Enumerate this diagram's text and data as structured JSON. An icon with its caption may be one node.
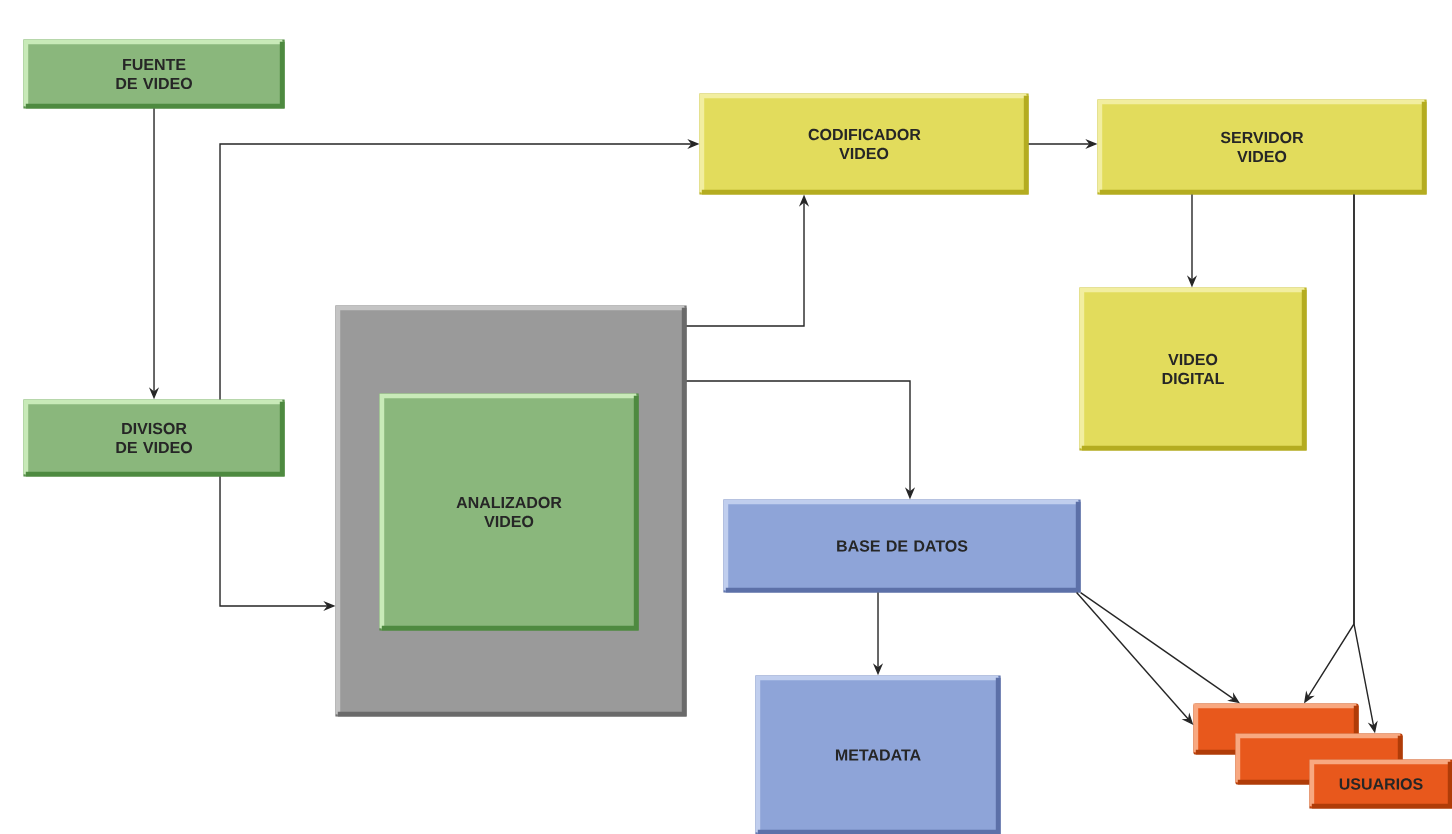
{
  "diagram": {
    "nodes": [
      {
        "text": [
          "FUENTE DE VIDEO"
        ]
      },
      {
        "text": [
          "DIVISOR DE VIDEO"
        ]
      },
      {
        "text": [],
        "shape": "box"
      },
      {
        "text": [
          "ANALIZADOR VIDEO"
        ],
        "in": 2
      },
      {
        "text": [
          "CODIFICADOR VIDEO"
        ]
      },
      {
        "text": [
          "SERVIDOR VIDEO"
        ]
      },
      {
        "text": [
          "VIDEO DIGITAL"
        ]
      },
      {
        "text": [
          "BASE DE DATOS"
        ]
      },
      {
        "text": [
          "METADATA"
        ]
      },
      {
        "text": [],
        "shape": "bar"
      },
      {
        "text": [],
        "shape": "bar"
      },
      {
        "text": [
          "USUARIOS"
        ]
      }
    ],
    "edges": [
      {
        "from": 0,
        "to": 1,
        "arrow": "to"
      },
      {
        "from": 1,
        "to": 4,
        "arrow": "to"
      },
      {
        "from": 1,
        "to": 2,
        "arrow": "to"
      },
      {
        "from": 2,
        "to": 4,
        "arrow": "to"
      },
      {
        "from": 2,
        "to": 7,
        "arrow": "to"
      },
      {
        "from": 4,
        "to": 5,
        "arrow": "to"
      },
      {
        "from": 5,
        "to": 6,
        "arrow": "to"
      },
      {
        "from": 7,
        "to": 8,
        "arrow": "to"
      },
      {
        "from": 7,
        "to": 9,
        "arrow": "to"
      },
      {
        "from": 7,
        "to": 9,
        "arrow": "to"
      },
      {
        "from": 5,
        "to": 9,
        "arrow": "to"
      },
      {
        "from": 5,
        "to": 10,
        "arrow": "to"
      }
    ]
  }
}
